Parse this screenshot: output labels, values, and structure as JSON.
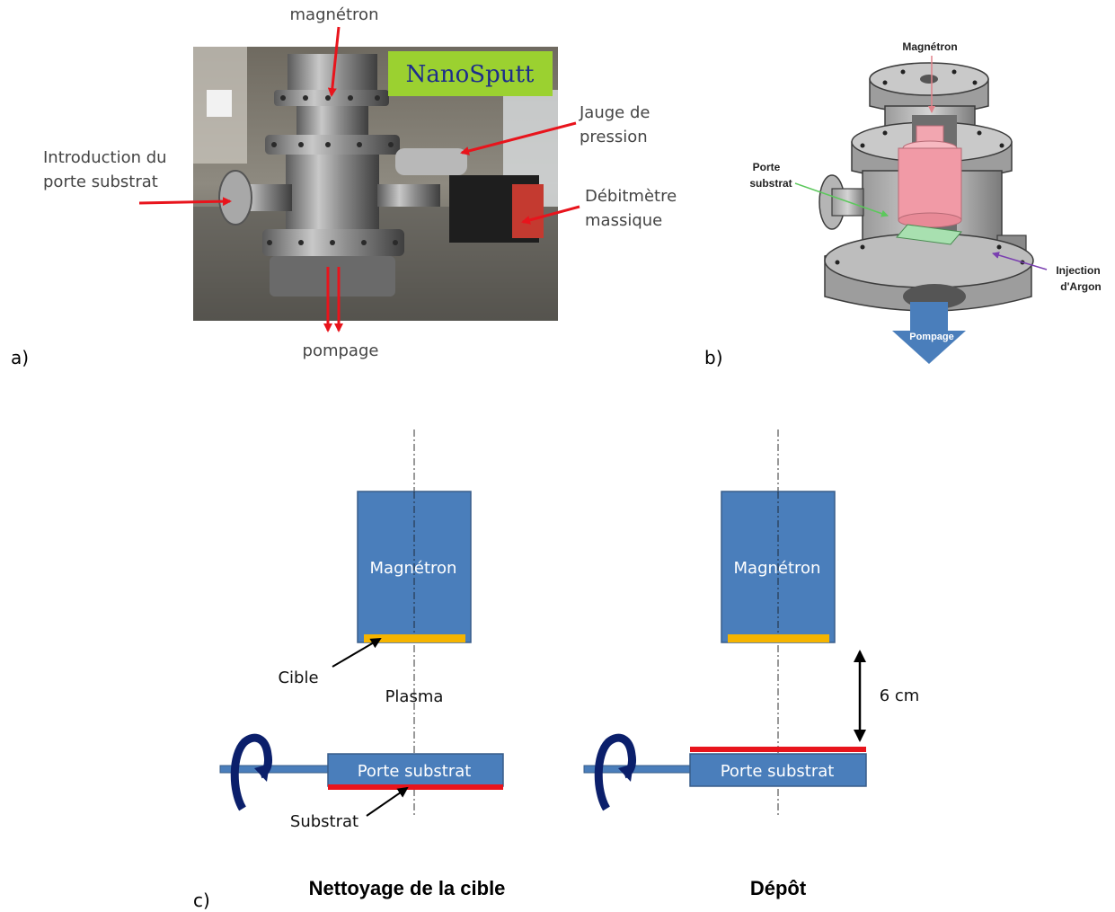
{
  "panel_a": {
    "label": "a)",
    "brand": "NanoSputt",
    "magnetron": "magnétron",
    "gauge_line1": "Jauge de",
    "gauge_line2": "pression",
    "intro_line1": "Introduction du",
    "intro_line2": "porte substrat",
    "flow_line1": "Débitmètre",
    "flow_line2": "massique",
    "pumping": "pompage"
  },
  "panel_b": {
    "label": "b)",
    "magnetron": "Magnétron",
    "porte_line1": "Porte",
    "porte_line2": "substrat",
    "injection_line1": "Injection",
    "injection_line2": "d'Argon",
    "pompage": "Pompage"
  },
  "panel_c": {
    "label": "c)",
    "left": {
      "magnetron": "Magnétron",
      "cible": "Cible",
      "plasma": "Plasma",
      "porte": "Porte substrat",
      "substrat": "Substrat",
      "caption": "Nettoyage de la cible"
    },
    "right": {
      "magnetron": "Magnétron",
      "distance": "6 cm",
      "porte": "Porte substrat",
      "caption": "Dépôt"
    }
  },
  "colors": {
    "box": "#4a7ebb",
    "target": "#f5b400",
    "substrate": "#e8141c",
    "arrow_red": "#e8141c",
    "rotate_icon": "#0b1f6b"
  }
}
